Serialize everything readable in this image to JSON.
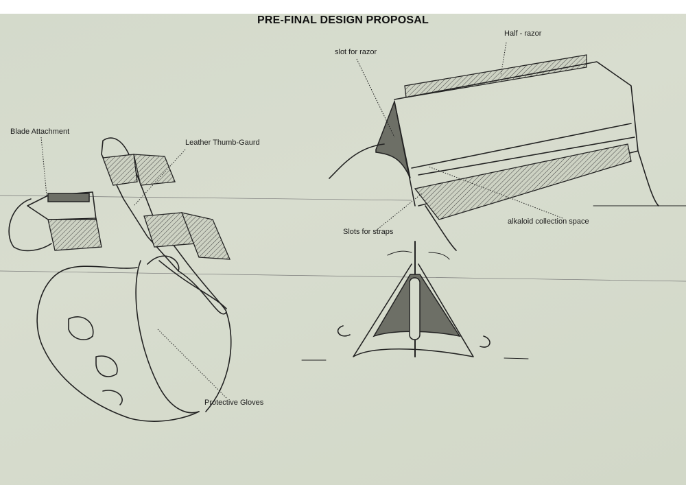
{
  "title": "PRE-FINAL DESIGN PROPOSAL",
  "labels": {
    "half_razor": "Half - razor",
    "slot_for_razor": "slot for razor",
    "blade_attachment": "Blade Attachment",
    "leather_thumb_guard": "Leather Thumb-Gaurd",
    "slots_for_straps": "Slots for straps",
    "alkaloid_collection_space": "alkaloid collection space",
    "protective_gloves": "Protective Gloves"
  },
  "colors": {
    "paper": "#d6dbcd",
    "ink": "#222222"
  }
}
